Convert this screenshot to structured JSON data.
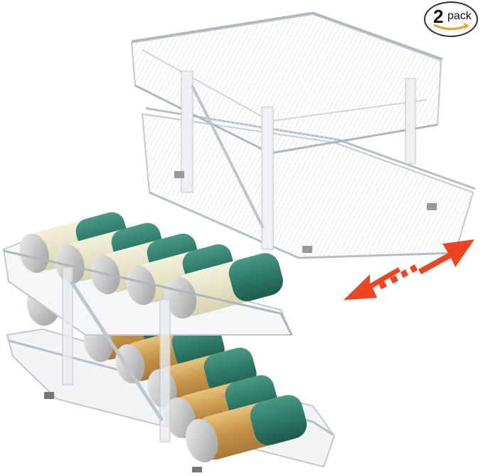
{
  "image": {
    "description": "Product photo: two clear plastic 2-tier sliding can organizers on white background; lower one loaded with green/cream and green/gold coffee cans; red double-headed arrow indicates pull-out sliding drawer",
    "background": "#ffffff"
  },
  "badge": {
    "number": "2",
    "label": "pack",
    "smile_color": "#f0a020",
    "border_color": "#333333"
  },
  "arrow": {
    "color": "#ee4422",
    "direction": "bidirectional-diagonal"
  },
  "products": [
    {
      "name": "empty-organizer",
      "tiers": 2,
      "material": "clear plastic"
    },
    {
      "name": "loaded-organizer",
      "tiers": 2,
      "material": "clear plastic",
      "cans": {
        "top_tier": {
          "count": 5,
          "label_colors": [
            "#e8e4c8",
            "#2e7a68"
          ]
        },
        "bottom_tier": {
          "count": 5,
          "label_colors": [
            "#c9a05a",
            "#2e7a68"
          ]
        }
      }
    }
  ]
}
